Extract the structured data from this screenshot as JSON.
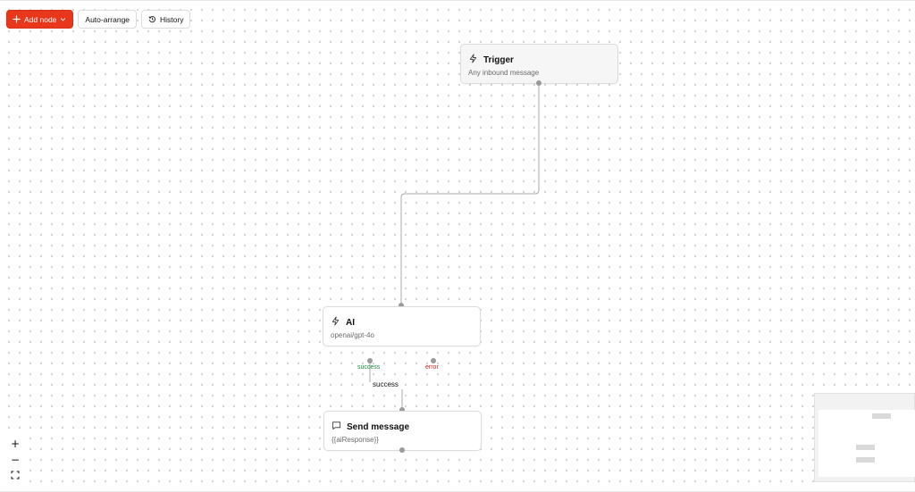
{
  "toolbar": {
    "add_node_label": "Add node",
    "auto_arrange_label": "Auto-arrange",
    "history_label": "History"
  },
  "nodes": {
    "trigger": {
      "title": "Trigger",
      "subtitle": "Any inbound message",
      "icon": "bolt-icon"
    },
    "ai": {
      "title": "AI",
      "subtitle": "openai/gpt-4o",
      "icon": "bolt-icon"
    },
    "send": {
      "title": "Send message",
      "subtitle": "{{aiResponse}}",
      "icon": "message-icon"
    }
  },
  "handles": {
    "success_label": "success",
    "error_label": "error"
  },
  "edges": {
    "ai_to_send_label": "success"
  },
  "zoom_controls": {
    "zoom_in": "+",
    "zoom_out": "−",
    "fit_view_icon": "fit-view-icon"
  },
  "colors": {
    "primary": "#e8371a",
    "success": "#1a8a3c",
    "error": "#d61f1f",
    "edge": "#9a9a9a"
  }
}
